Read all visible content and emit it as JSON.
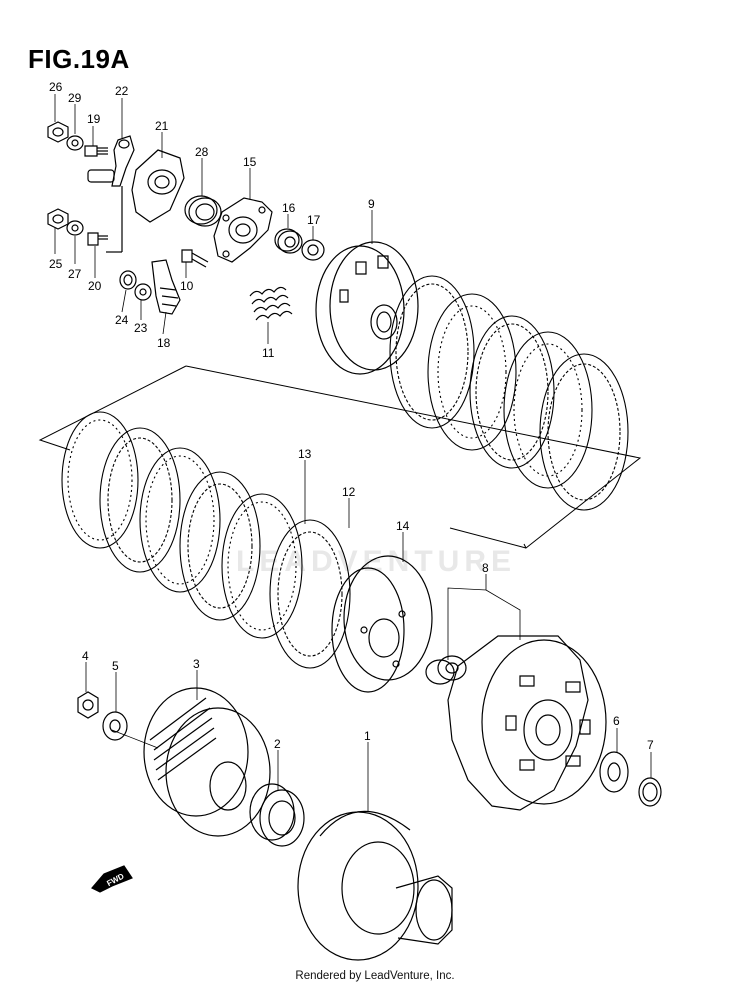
{
  "figure": {
    "title": "FIG.19A"
  },
  "footer": "Rendered by LeadVenture, Inc.",
  "watermark": "LEADVENTURE",
  "fwd_label": "FWD",
  "callouts": [
    "1",
    "2",
    "3",
    "4",
    "5",
    "6",
    "7",
    "8",
    "9",
    "10",
    "11",
    "12",
    "13",
    "14",
    "15",
    "16",
    "17",
    "18",
    "19",
    "20",
    "21",
    "22",
    "23",
    "24",
    "25",
    "26",
    "27",
    "28",
    "29"
  ]
}
